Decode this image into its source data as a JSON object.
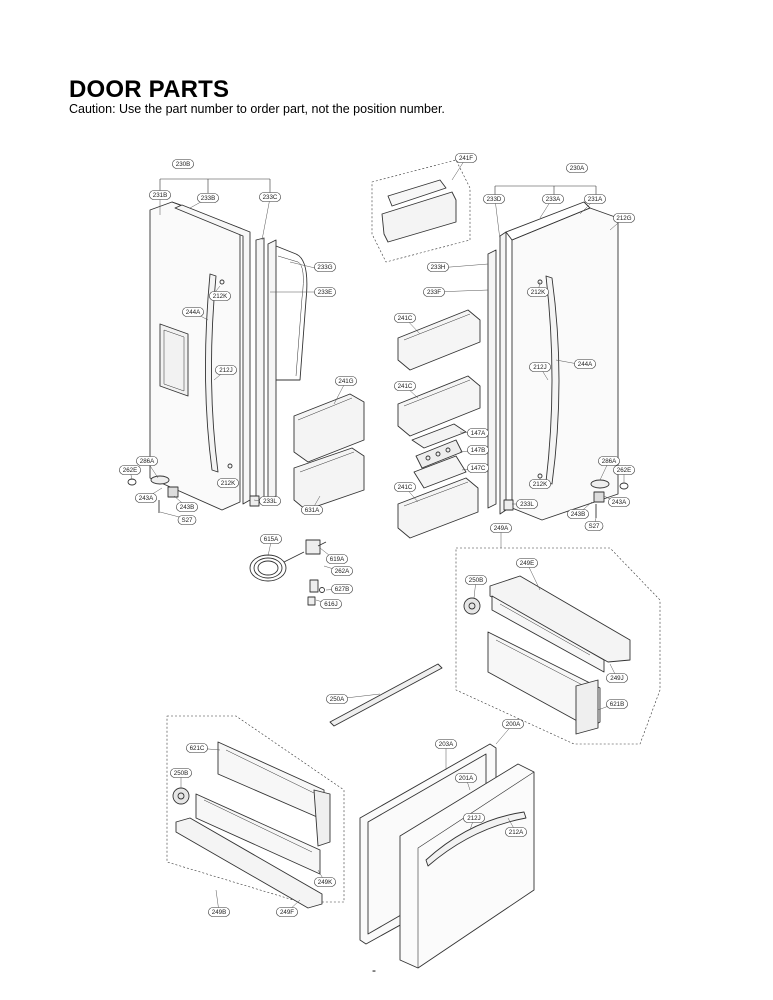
{
  "header": {
    "title": "DOOR PARTS",
    "caution": "Caution: Use the part number to order part, not the position number."
  },
  "footer": {
    "page_mark": "-"
  },
  "callouts": [
    "230B",
    "231B",
    "233B",
    "233C",
    "233G",
    "233E",
    "212K",
    "244A",
    "212J",
    "286A",
    "262E",
    "243A",
    "243B",
    "S27",
    "233L",
    "212K",
    "241F",
    "230A",
    "233D",
    "233A",
    "231A",
    "212G",
    "233H",
    "233F",
    "212K",
    "241C",
    "244A",
    "212J",
    "241G",
    "241C",
    "147A",
    "147B",
    "147C",
    "241C",
    "631A",
    "233L",
    "212K",
    "286A",
    "262E",
    "243A",
    "243B",
    "S27",
    "615A",
    "619A",
    "262A",
    "627B",
    "616J",
    "249A",
    "249E",
    "250B",
    "249J",
    "621B",
    "250A",
    "621C",
    "250B",
    "249K",
    "249B",
    "249F",
    "200A",
    "203A",
    "201A",
    "212J",
    "212A"
  ]
}
